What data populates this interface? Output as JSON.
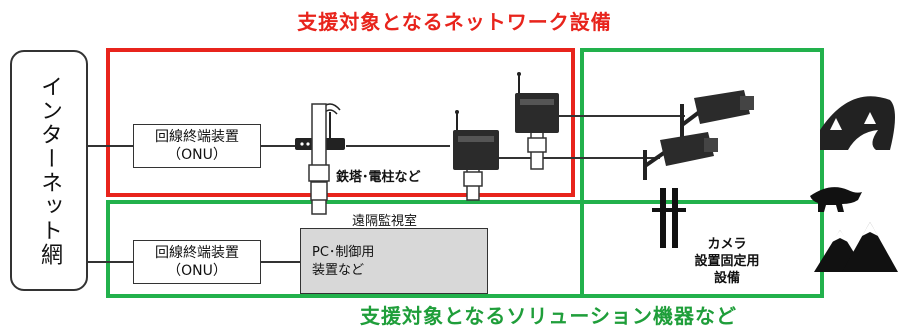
{
  "titles": {
    "network": "支援対象となるネットワーク設備",
    "solution": "支援対象となるソリューション機器など"
  },
  "internet": {
    "label": "インターネット網"
  },
  "onu_upper": {
    "line1": "回線終端装置",
    "line2": "（ONU）"
  },
  "onu_lower": {
    "line1": "回線終端装置",
    "line2": "（ONU）"
  },
  "tower": {
    "label": "鉄塔･電柱など"
  },
  "monitoring_room": {
    "label": "遠隔監視室",
    "pc_line1": "PC･制御用",
    "pc_line2": "装置など"
  },
  "camera_mount": {
    "line1": "カメラ",
    "line2": "設置固定用",
    "line3": "設備"
  },
  "colors": {
    "network_frame": "#e8241c",
    "solution_frame": "#22b14c",
    "monitoring_room_fill": "#d8d8d8"
  },
  "icons": [
    "router-icon",
    "wireless-unit-icon",
    "security-camera-icon",
    "person-at-pc-icon",
    "forest-landscape-icon",
    "wild-boar-icon",
    "mountains-icon"
  ]
}
